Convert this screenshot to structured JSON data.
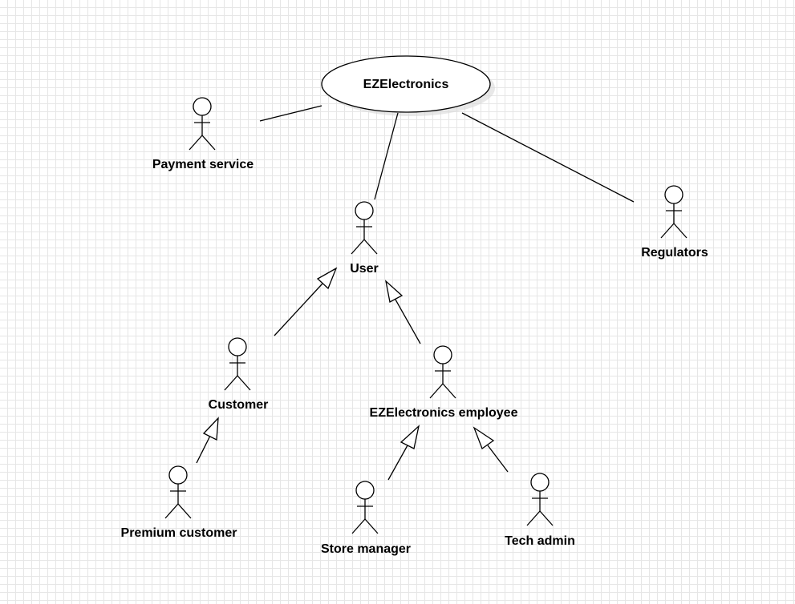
{
  "system": {
    "name": "EZElectronics"
  },
  "actors": {
    "payment_service": "Payment service",
    "user": "User",
    "regulators": "Regulators",
    "customer": "Customer",
    "employee": "EZElectronics employee",
    "premium_customer": "Premium customer",
    "store_manager": "Store manager",
    "tech_admin": "Tech admin"
  },
  "colors": {
    "line": "#000000",
    "shape_fill": "#ffffff",
    "grid": "#e6e6e6",
    "shadow": "#d9d9d9"
  }
}
